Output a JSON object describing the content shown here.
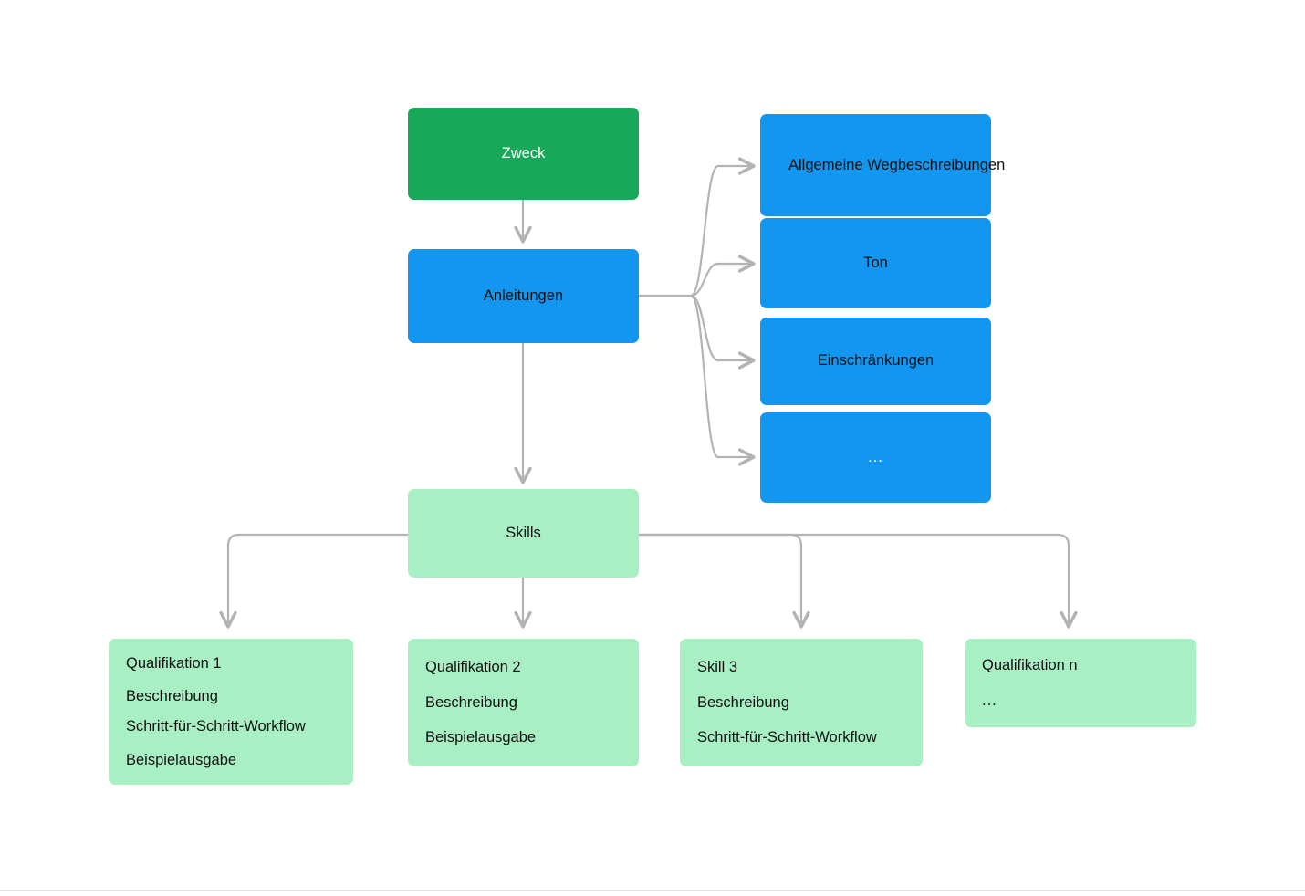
{
  "diagram": {
    "title_node": {
      "label": "Zweck",
      "color": "#17a85a",
      "text_color": "#ffffff"
    },
    "second_node": {
      "label": "Anleitungen",
      "color": "#1296f0"
    },
    "skills_node": {
      "label": "Skills",
      "color": "#a9efc4"
    },
    "instruction_children": [
      {
        "label": "Allgemeine Wegbeschreibungen",
        "color": "#1296f0",
        "overflow": true
      },
      {
        "label": "Ton",
        "color": "#1296f0",
        "overflow": false
      },
      {
        "label": "Einschränkungen",
        "color": "#1296f0",
        "overflow": false
      },
      {
        "label": "...",
        "color": "#1296f0",
        "overflow": false,
        "muted": true
      }
    ],
    "skill_children": [
      {
        "title": "Qualifikation 1",
        "lines": [
          "Beschreibung",
          "Schritt-für-Schritt-Workflow",
          "Beispielausgabe"
        ],
        "color": "#a9efc4"
      },
      {
        "title": "Qualifikation 2",
        "lines": [
          "Beschreibung",
          "Beispielausgabe"
        ],
        "color": "#a9efc4"
      },
      {
        "title": "Skill 3",
        "lines": [
          "Beschreibung",
          "Schritt-für-Schritt-Workflow"
        ],
        "color": "#a9efc4"
      },
      {
        "title": "Qualifikation n",
        "lines": [
          "..."
        ],
        "color": "#a9efc4"
      }
    ],
    "connector_color": "#b3b3b3",
    "background": "#ffffff",
    "rule_color": "#e3e3e3"
  }
}
